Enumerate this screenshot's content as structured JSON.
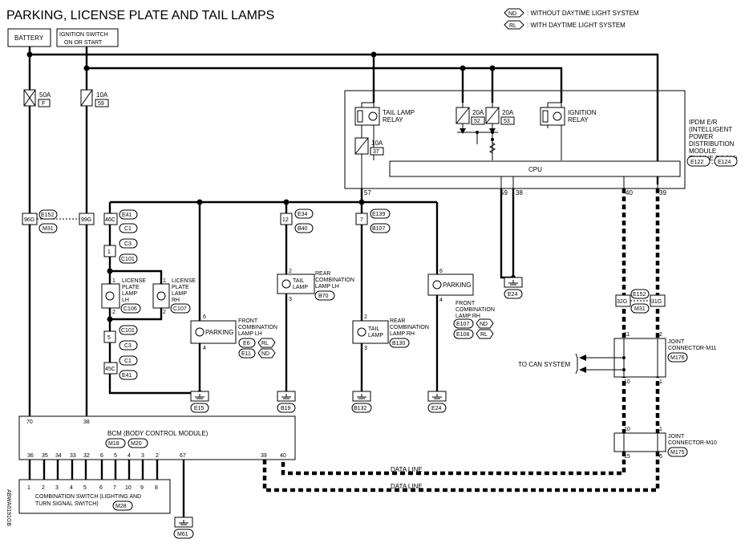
{
  "title": "PARKING, LICENSE PLATE AND TAIL LAMPS",
  "legend": [
    {
      "code": "ND",
      "text": ": WITHOUT DAYTIME LIGHT SYSTEM"
    },
    {
      "code": "RL",
      "text": ": WITH DAYTIME LIGHT SYSTEM"
    }
  ],
  "sources": {
    "battery": "BATTERY",
    "ignition_line1": "IGNITION SWITCH",
    "ignition_line2": "ON OR START"
  },
  "fuses": {
    "f50": {
      "rating": "50A",
      "id": "F"
    },
    "f10": {
      "rating": "10A",
      "id": "59"
    },
    "f10b": {
      "rating": "10A",
      "id": "37"
    },
    "f20a": {
      "rating": "20A",
      "id": "52"
    },
    "f20b": {
      "rating": "20A",
      "id": "53"
    }
  },
  "ipdm": {
    "lines": [
      "IPDM E/R",
      "(INTELLIGENT",
      "POWER",
      "DISTRIBUTION",
      "MODULE",
      "ENGINE ROOM)"
    ],
    "connectors": [
      "E122",
      "E124"
    ],
    "tail_relay": [
      "TAIL LAMP",
      "RELAY"
    ],
    "ign_relay": [
      "IGNITION",
      "RELAY"
    ],
    "cpu": "CPU",
    "pins": {
      "p57": "57",
      "p59": "59",
      "p38": "38",
      "p40": "40",
      "p39": "39"
    }
  },
  "e152": {
    "conn": "E152",
    "conn2": "M31",
    "left_pin": "96G",
    "right_pin": "99G"
  },
  "e152b": {
    "conn": "E152",
    "conn2": "M31",
    "left_pin": "32G",
    "right_pin": "31G"
  },
  "license": {
    "pin_46c": "46C",
    "conn_e41": "E41",
    "conn_c1": "C1",
    "conn_c3": "C3",
    "pin_1": "1",
    "conn_c101": "C101",
    "lh_lines": [
      "LICENSE",
      "PLATE",
      "LAMP",
      "LH"
    ],
    "lh_conn": "C106",
    "rh_lines": [
      "LICENSE",
      "PLATE",
      "LAMP",
      "RH"
    ],
    "rh_conn": "C107",
    "pin_5": "5",
    "conn_c101b": "C101",
    "conn_c3b": "C3",
    "conn_c1b": "C1",
    "pin_45c": "45C",
    "conn_e41b": "E41"
  },
  "front_lh": {
    "label": "PARKING",
    "lines": [
      "FRONT",
      "COMBINATION",
      "LAMP LH"
    ],
    "conn1": "E6",
    "code1": "RL",
    "conn2": "E11",
    "code2": "ND",
    "pin_top": "6",
    "pin_bot": "4"
  },
  "rear_lh": {
    "pin_conn": "12",
    "conn1": "E34",
    "conn2": "B40",
    "label1": "TAIL",
    "label2": "LAMP",
    "lines": [
      "REAR",
      "COMBINATION",
      "LAMP LH"
    ],
    "conn3": "B70",
    "pin_top": "2",
    "pin_bot": "3"
  },
  "rear_rh": {
    "pin_conn": "7",
    "conn1": "E139",
    "conn2": "B107",
    "label1": "TAIL",
    "label2": "LAMP",
    "lines": [
      "REAR",
      "COMBINATION",
      "LAMP RH"
    ],
    "conn3": "B130",
    "pin_top": "2",
    "pin_bot": "3"
  },
  "front_rh": {
    "label": "PARKING",
    "lines": [
      "FRONT",
      "COMBINATION",
      "LAMP RH"
    ],
    "conn1": "E107",
    "code1": "ND",
    "conn2": "E108",
    "code2": "RL",
    "pin_top": "6",
    "pin_bot": "4"
  },
  "grounds": [
    "E15",
    "B19",
    "B132",
    "E24",
    "E24",
    "M61"
  ],
  "bcm": {
    "name": "BCM (BODY CONTROL MODULE)",
    "conn1": "M18",
    "conn2": "M20",
    "pin_in1": "70",
    "pin_in2": "38",
    "pins_bottom": [
      "36",
      "35",
      "34",
      "33",
      "32",
      "6",
      "5",
      "4",
      "3",
      "2",
      "67",
      "39",
      "40"
    ]
  },
  "combo_switch": {
    "line1": "COMBINATION SWITCH (LIGHTING AND",
    "line2": "TURN SIGNAL SWITCH)",
    "conn": "M28",
    "pins": [
      "1",
      "2",
      "3",
      "4",
      "5",
      "6",
      "7",
      "10",
      "9",
      "8"
    ]
  },
  "joint_m11": {
    "lines": [
      "JOINT",
      "CONNECTOR-M11"
    ],
    "conn": "M176",
    "pins": {
      "tl": "11",
      "tr": "2",
      "bl": "10",
      "br": "1"
    }
  },
  "joint_m10": {
    "lines": [
      "JOINT",
      "CONNECTOR-M10"
    ],
    "conn": "M175",
    "pins": {
      "tl": "10",
      "tr": "1",
      "bl": "15",
      "br": "6"
    }
  },
  "can": "TO CAN SYSTEM",
  "data_line": "DATA LINE",
  "doc_id": "ABWA0191GB"
}
